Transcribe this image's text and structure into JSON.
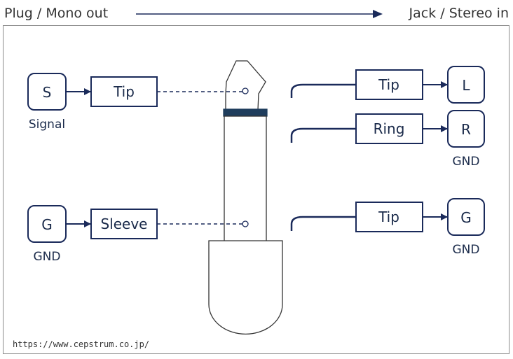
{
  "header": {
    "left_text": "Plug / Mono out",
    "right_text": "Jack / Stereo in"
  },
  "plug_side": {
    "sources": [
      {
        "letter": "S",
        "caption": "Signal",
        "terminal": "Tip"
      },
      {
        "letter": "G",
        "caption": "GND",
        "terminal": "Sleeve"
      }
    ]
  },
  "jack_side": {
    "contacts": [
      {
        "terminal": "Tip",
        "letter": "L",
        "caption": ""
      },
      {
        "terminal": "Ring",
        "letter": "R",
        "caption": "GND"
      },
      {
        "terminal": "Tip",
        "letter": "G",
        "caption": "GND"
      }
    ]
  },
  "footer": {
    "url": "https://www.cepstrum.co.jp/"
  },
  "colors": {
    "line": "#1a2a5a",
    "box_border": "#1a2a5a",
    "text": "#1a2a4a",
    "header_text": "#333333"
  }
}
